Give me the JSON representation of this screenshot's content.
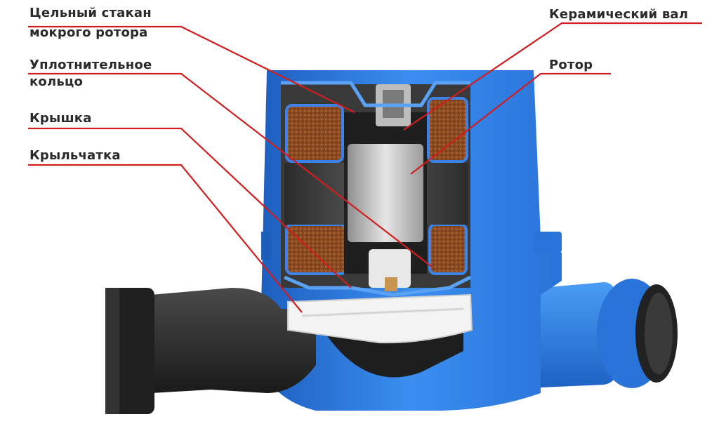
{
  "labels": {
    "cup_line1": "Цельный стакан",
    "cup_line2": "мокрого ротора",
    "seal_line1": "Уплотнительное",
    "seal_line2": "кольцо",
    "cover": "Крышка",
    "impeller": "Крыльчатка",
    "shaft": "Керамический вал",
    "rotor": "Ротор"
  },
  "colors": {
    "pointer_line": "#d01e1e",
    "pump_body": "#2f7fe0",
    "pump_body_dark": "#1c5fb8",
    "volute": "#2b2b2b",
    "copper_winding": "#8a4a22",
    "stator_core": "#3d3d3d",
    "rotor_metal": "#c9c9c9",
    "impeller": "#f2f2f2"
  }
}
